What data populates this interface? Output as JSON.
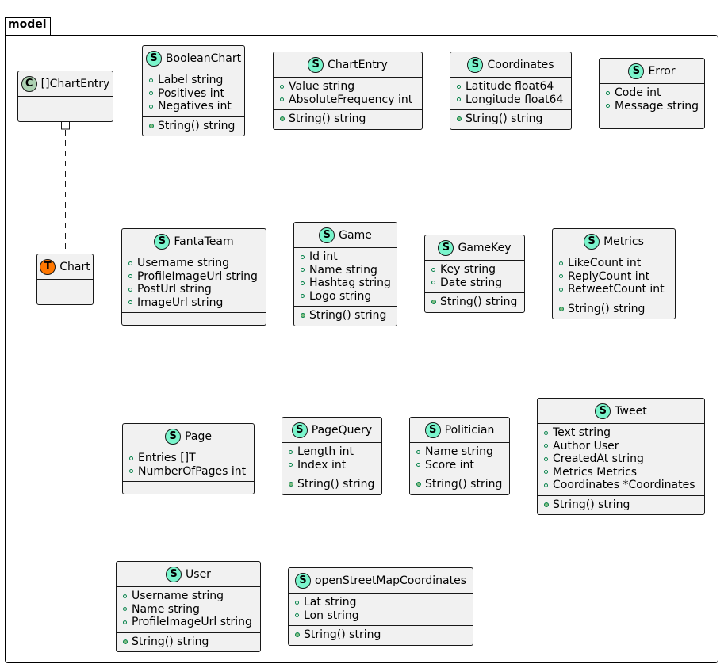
{
  "package": {
    "name": "model"
  },
  "classes": [
    {
      "id": "chartentry-array",
      "kind": "C",
      "name": "[]ChartEntry",
      "fields": [],
      "methods": []
    },
    {
      "id": "chart",
      "kind": "T",
      "name": "Chart",
      "fields": [],
      "methods": []
    },
    {
      "id": "booleanchart",
      "kind": "S",
      "name": "BooleanChart",
      "fields": [
        "Label string",
        "Positives int",
        "Negatives int"
      ],
      "methods": [
        "String() string"
      ]
    },
    {
      "id": "chartentry",
      "kind": "S",
      "name": "ChartEntry",
      "fields": [
        "Value string",
        "AbsoluteFrequency int"
      ],
      "methods": [
        "String() string"
      ]
    },
    {
      "id": "coordinates",
      "kind": "S",
      "name": "Coordinates",
      "fields": [
        "Latitude float64",
        "Longitude float64"
      ],
      "methods": [
        "String() string"
      ]
    },
    {
      "id": "error",
      "kind": "S",
      "name": "Error",
      "fields": [
        "Code int",
        "Message string"
      ],
      "methods": []
    },
    {
      "id": "fantateam",
      "kind": "S",
      "name": "FantaTeam",
      "fields": [
        "Username string",
        "ProfileImageUrl string",
        "PostUrl string",
        "ImageUrl string"
      ],
      "methods": []
    },
    {
      "id": "game",
      "kind": "S",
      "name": "Game",
      "fields": [
        "Id int",
        "Name string",
        "Hashtag string",
        "Logo string"
      ],
      "methods": [
        "String() string"
      ]
    },
    {
      "id": "gamekey",
      "kind": "S",
      "name": "GameKey",
      "fields": [
        "Key string",
        "Date string"
      ],
      "methods": [
        "String() string"
      ]
    },
    {
      "id": "metrics",
      "kind": "S",
      "name": "Metrics",
      "fields": [
        "LikeCount int",
        "ReplyCount int",
        "RetweetCount int"
      ],
      "methods": [
        "String() string"
      ]
    },
    {
      "id": "page",
      "kind": "S",
      "name": "Page",
      "fields": [
        "Entries []T",
        "NumberOfPages int"
      ],
      "methods": []
    },
    {
      "id": "pagequery",
      "kind": "S",
      "name": "PageQuery",
      "fields": [
        "Length int",
        "Index int"
      ],
      "methods": [
        "String() string"
      ]
    },
    {
      "id": "politician",
      "kind": "S",
      "name": "Politician",
      "fields": [
        "Name string",
        "Score int"
      ],
      "methods": [
        "String() string"
      ]
    },
    {
      "id": "tweet",
      "kind": "S",
      "name": "Tweet",
      "fields": [
        "Text string",
        "Author User",
        "CreatedAt string",
        "Metrics Metrics",
        "Coordinates *Coordinates"
      ],
      "methods": [
        "String() string"
      ]
    },
    {
      "id": "user",
      "kind": "S",
      "name": "User",
      "fields": [
        "Username string",
        "Name string",
        "ProfileImageUrl string"
      ],
      "methods": [
        "String() string"
      ]
    },
    {
      "id": "openstreetmapcoordinates",
      "kind": "S",
      "name": "openStreetMapCoordinates",
      "fields": [
        "Lat string",
        "Lon string"
      ],
      "methods": [
        "String() string"
      ]
    }
  ],
  "relations": [
    {
      "from": "chartentry-array",
      "to": "chart",
      "style": "dashed",
      "end_marker": "square"
    }
  ]
}
